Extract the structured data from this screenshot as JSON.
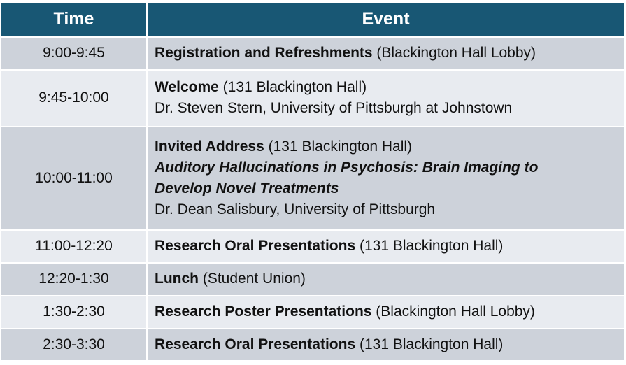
{
  "header": {
    "time": "Time",
    "event": "Event"
  },
  "rows": [
    {
      "time": "9:00-9:45",
      "title": "Registration and Refreshments",
      "location": " (Blackington Hall Lobby)"
    },
    {
      "time": "9:45-10:00",
      "title": "Welcome",
      "location": " (131 Blackington Hall)",
      "speaker": "Dr. Steven Stern, University of Pittsburgh at Johnstown"
    },
    {
      "time": "10:00-11:00",
      "title": "Invited Address",
      "location": " (131 Blackington Hall)",
      "talk_title_line1": "Auditory Hallucinations in Psychosis: Brain Imaging to",
      "talk_title_line2": "Develop Novel Treatments",
      "speaker": "Dr. Dean Salisbury, University of Pittsburgh"
    },
    {
      "time": "11:00-12:20",
      "title": "Research Oral Presentations",
      "location": " (131 Blackington Hall)"
    },
    {
      "time": "12:20-1:30",
      "title": "Lunch",
      "location": " (Student Union)"
    },
    {
      "time": "1:30-2:30",
      "title": "Research Poster Presentations",
      "location": " (Blackington Hall Lobby)"
    },
    {
      "time": "2:30-3:30",
      "title": "Research Oral Presentations",
      "location": " (131 Blackington Hall)"
    }
  ],
  "colors": {
    "header_bg": "#185774",
    "row_dark": "#cdd2da",
    "row_light": "#e8ebf0"
  }
}
